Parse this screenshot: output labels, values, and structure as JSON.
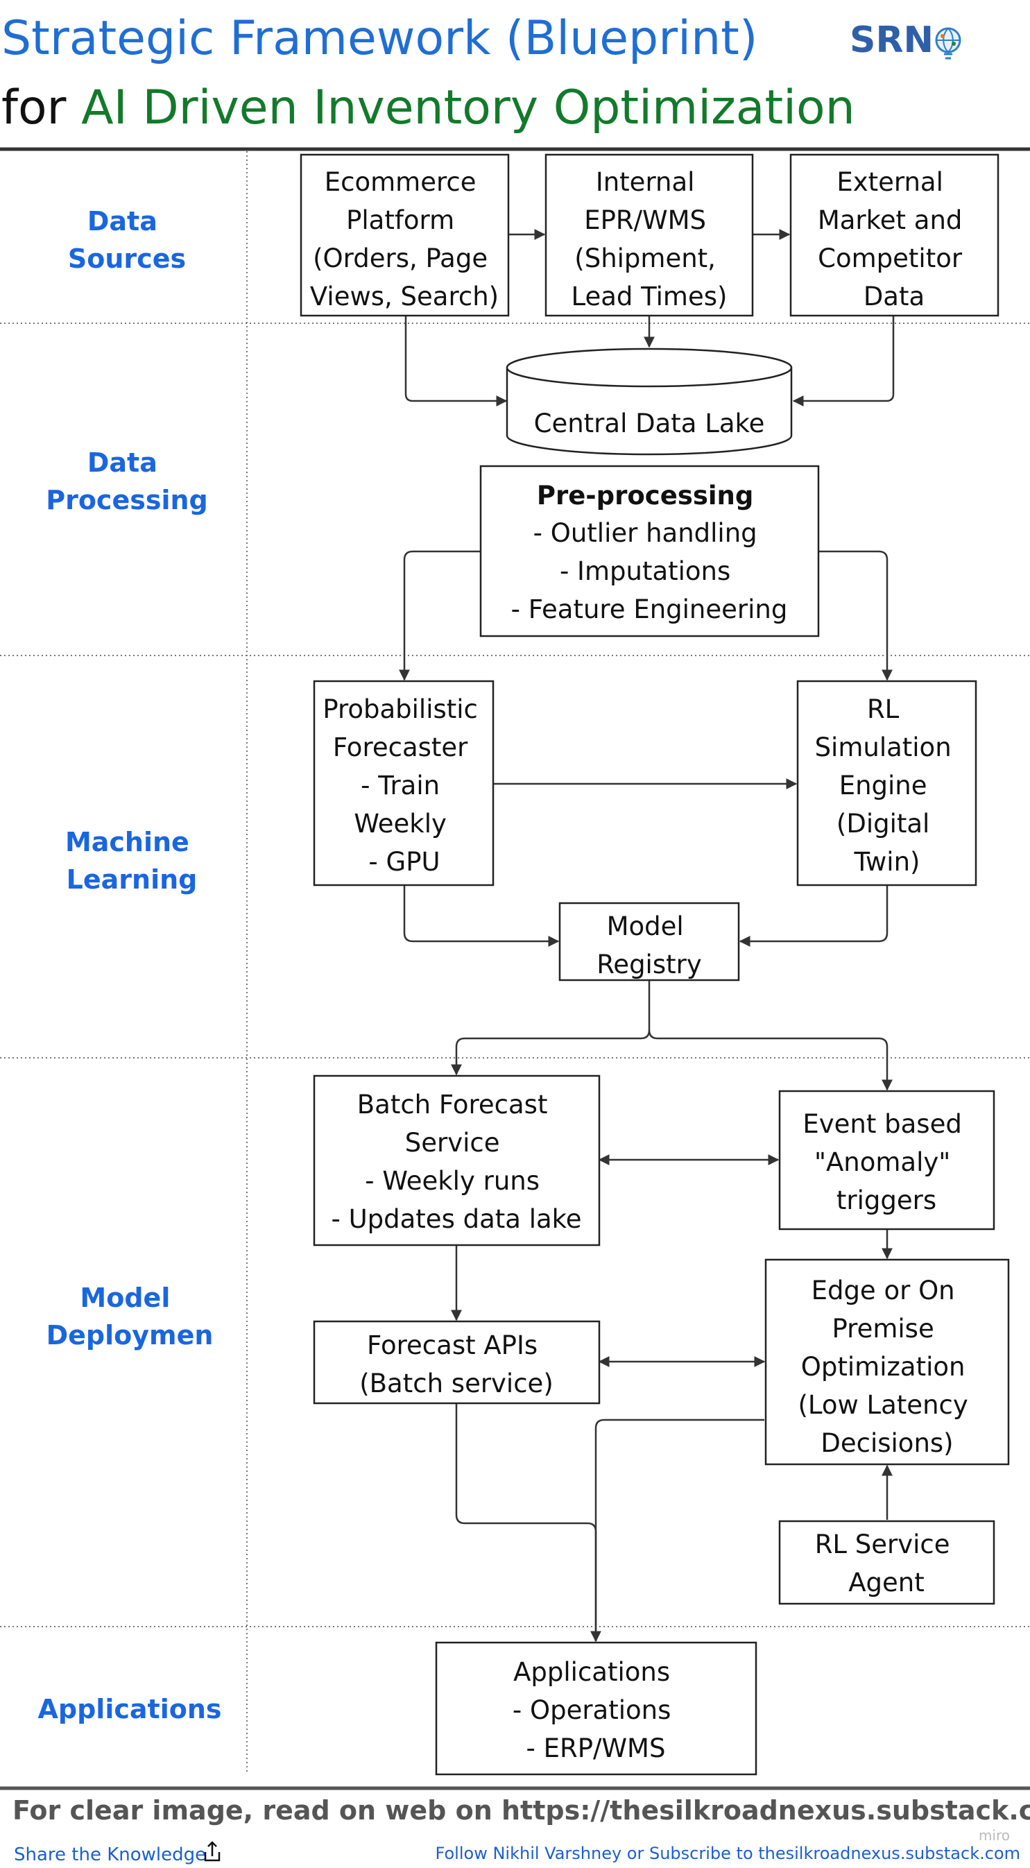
{
  "title": {
    "line1": "Strategic Framework (Blueprint)",
    "line2_prefix": "for ",
    "line2_highlight": "AI Driven Inventory Optimization"
  },
  "logo": {
    "text_s": "S",
    "text_rn": "RN",
    "icon": "globe-network-icon"
  },
  "lanes": {
    "data_sources": [
      "Data",
      "Sources"
    ],
    "data_processing": [
      "Data",
      "Processing"
    ],
    "machine_learning": [
      "Machine",
      "Learning"
    ],
    "model_deployment": [
      "Model",
      "Deploymen"
    ],
    "applications": [
      "Applications"
    ]
  },
  "nodes": {
    "ecommerce": [
      "Ecommerce",
      "Platform",
      "(Orders, Page",
      "Views, Search)"
    ],
    "internal": [
      "Internal",
      "EPR/WMS",
      "(Shipment,",
      "Lead Times)"
    ],
    "external": [
      "External",
      "Market and",
      "Competitor",
      "Data"
    ],
    "data_lake": [
      "Central Data Lake"
    ],
    "preprocessing_title": "Pre-processing",
    "preprocessing": [
      "- Outlier handling",
      "- Imputations",
      "- Feature Engineering"
    ],
    "forecaster": [
      "Probabilistic",
      "Forecaster",
      "- Train",
      "Weekly",
      "- GPU"
    ],
    "rl_sim": [
      "RL",
      "Simulation",
      "Engine",
      "(Digital",
      "Twin)"
    ],
    "registry": [
      "Model",
      "Registry"
    ],
    "batch_forecast": [
      "Batch Forecast",
      "Service",
      "- Weekly runs",
      "- Updates data lake"
    ],
    "event_triggers": [
      "Event based",
      "\"Anomaly\"",
      "triggers"
    ],
    "forecast_apis": [
      "Forecast APIs",
      "(Batch service)"
    ],
    "edge": [
      "Edge or On",
      "Premise",
      "Optimization",
      "(Low Latency",
      "Decisions)"
    ],
    "rl_agent": [
      "RL Service",
      "Agent"
    ],
    "applications": [
      "Applications",
      "- Operations",
      "- ERP/WMS"
    ]
  },
  "footer": {
    "main": "For clear image, read on web on https://thesilkroadnexus.substack.com/",
    "share": "Share the Knowledge",
    "share_icon": "share-upload-icon",
    "follow": "Follow Nikhil Varshney or Subscribe to thesilkroadnexus.substack.com",
    "watermark": "miro"
  },
  "colors": {
    "title_blue": "#1f6ed4",
    "title_green": "#127a2a",
    "lane_blue": "#1a66e0",
    "logo_blue": "#2f5fa8",
    "logo_green": "#1f8a2e",
    "footer_gray": "#555555",
    "footer_link": "#1a5fd0"
  }
}
